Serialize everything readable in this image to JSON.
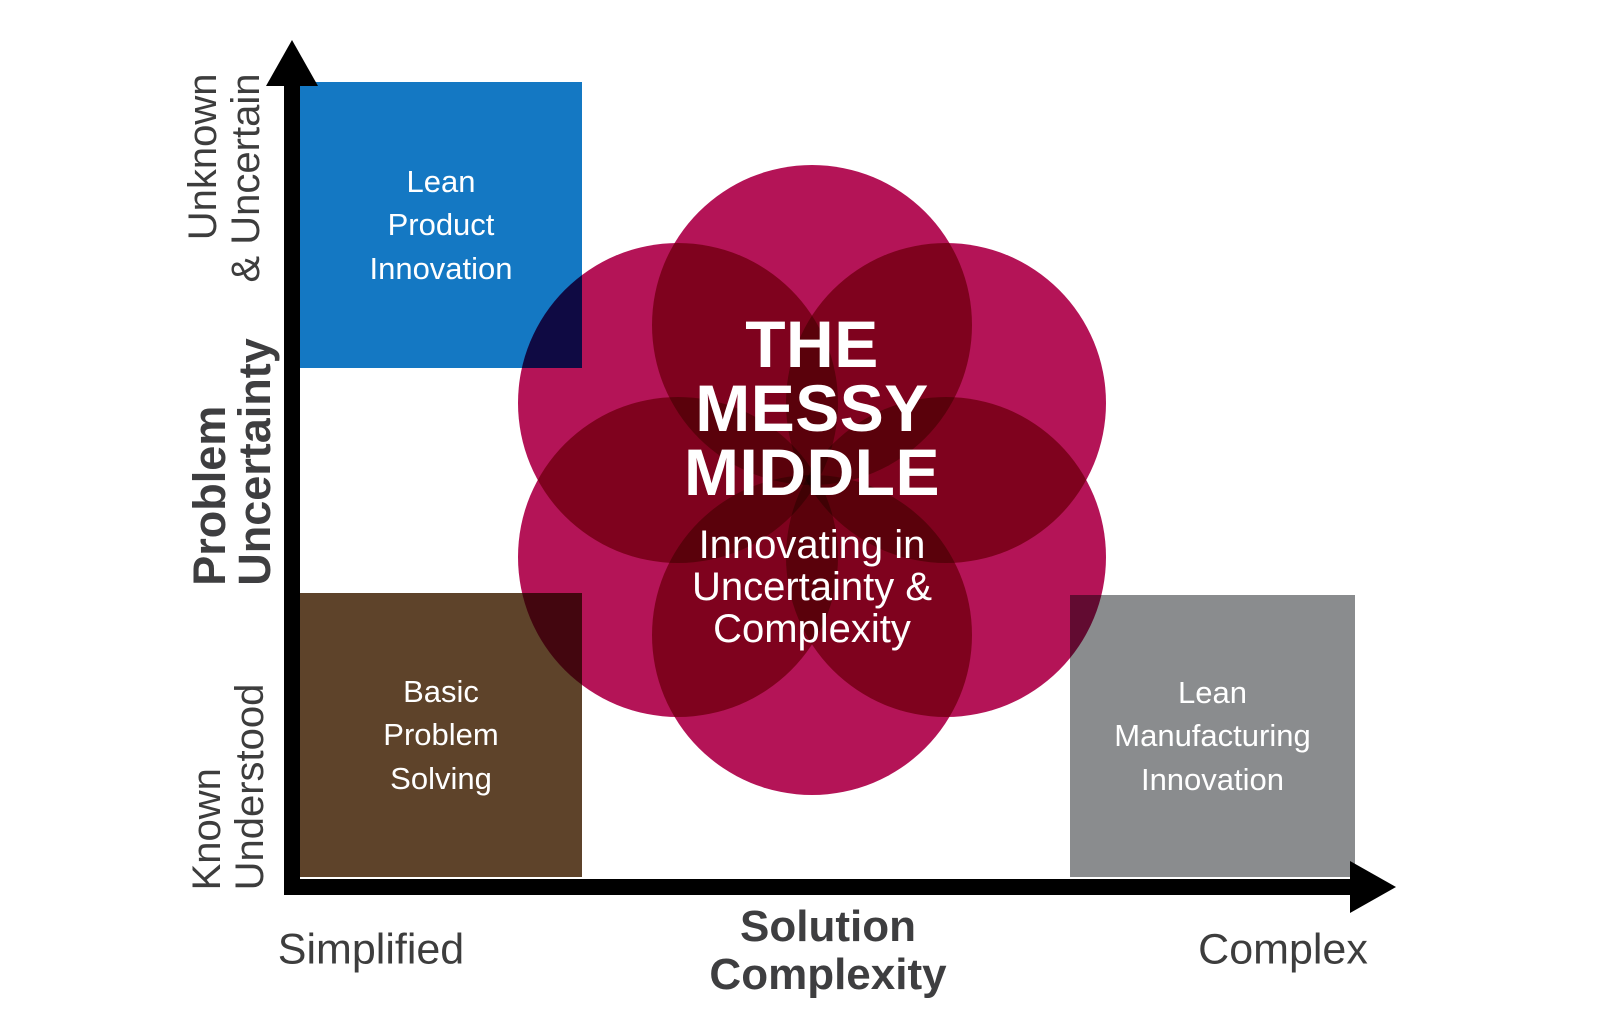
{
  "colors": {
    "petal": "#b41457",
    "blue_box": "#1478c3",
    "brown_box": "#5e432a",
    "gray_box": "#8a8c8e",
    "axis": "#000000",
    "box_text": "#ffffff",
    "label_text": "#3d3d3d",
    "title_text": "#3e3e40"
  },
  "center": {
    "title": "THE\nMESSY\nMIDDLE",
    "subtitle": "Innovating in\nUncertainty &\nComplexity"
  },
  "quadrants": {
    "lean_product": {
      "label": "Lean\nProduct\nInnovation",
      "position": "high uncertainty / simplified"
    },
    "basic_problem": {
      "label": "Basic\nProblem\nSolving",
      "position": "known / simplified"
    },
    "lean_manufacturing": {
      "label": "Lean\nManufacturing\nInnovation",
      "position": "known / complex"
    }
  },
  "axes": {
    "y": {
      "title": "Problem\nUncertainty",
      "top_label": "Unknown\n& Uncertain",
      "bottom_label": "Known\nUnderstood"
    },
    "x": {
      "title": "Solution\nComplexity",
      "left_label": "Simplified",
      "right_label": "Complex"
    }
  }
}
